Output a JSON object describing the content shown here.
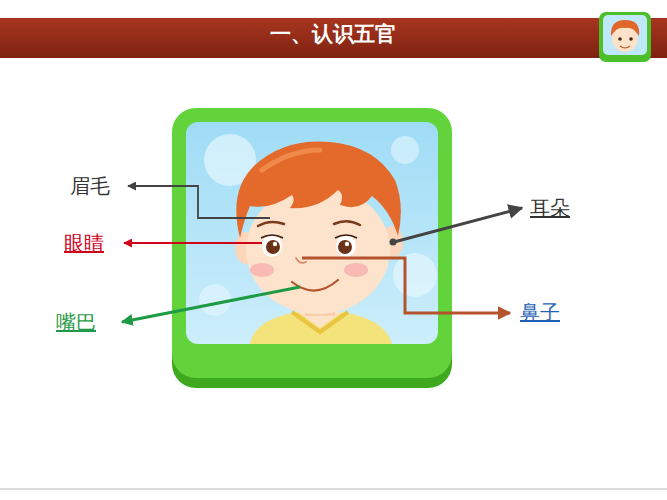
{
  "diagram": {
    "title": "一、认识五官",
    "labels": [
      "眉毛",
      "眼睛",
      "嘴巴",
      "耳朵",
      "鼻子"
    ]
  }
}
